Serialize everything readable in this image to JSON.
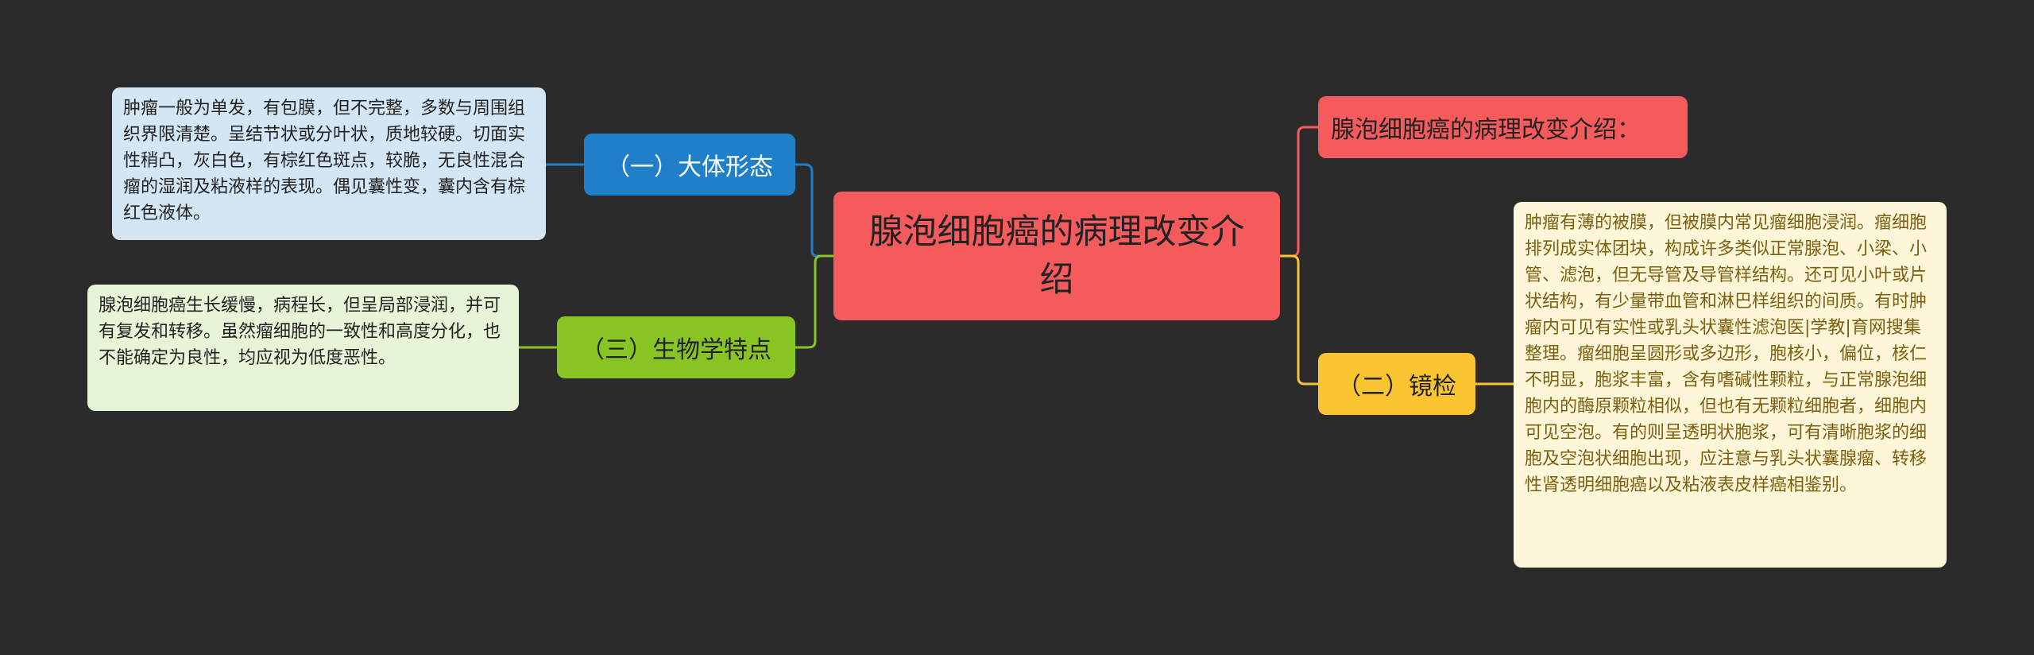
{
  "mindmap": {
    "center": "腺泡细胞癌的病理改变介绍",
    "branches": {
      "gross_morphology": {
        "label": "（一）大体形态",
        "detail": "肿瘤一般为单发，有包膜，但不完整，多数与周围组织界限清楚。呈结节状或分叶状，质地较硬。切面实性稍凸，灰白色，有棕红色斑点，较脆，无良性混合瘤的湿润及粘液样的表现。偶见囊性变，囊内含有棕红色液体。"
      },
      "biology": {
        "label": "（三）生物学特点",
        "detail": "腺泡细胞癌生长缓慢，病程长，但呈局部浸润，并可有复发和转移。虽然瘤细胞的一致性和高度分化，也不能确定为良性，均应视为低度恶性。"
      },
      "intro": {
        "label": "腺泡细胞癌的病理改变介绍："
      },
      "microscopy": {
        "label": "（二）镜检",
        "detail": "肿瘤有薄的被膜，但被膜内常见瘤细胞浸润。瘤细胞排列成实体团块，构成许多类似正常腺泡、小梁、小管、滤泡，但无导管及导管样结构。还可见小叶或片状结构，有少量带血管和淋巴样组织的间质。有时肿瘤内可见有实性或乳头状囊性滤泡医|学教|育网搜集整理。瘤细胞呈圆形或多边形，胞核小，偏位，核仁不明显，胞浆丰富，含有嗜碱性颗粒，与正常腺泡细胞内的酶原颗粒相似，但也有无颗粒细胞者，细胞内可见空泡。有的则呈透明状胞浆，可有清晰胞浆的细胞及空泡状细胞出现，应注意与乳头状囊腺瘤、转移性肾透明细胞癌以及粘液表皮样癌相鉴别。"
      }
    },
    "colors": {
      "background": "#2b2b2b",
      "center": "#f55a5d",
      "blue": "#1f80c9",
      "green": "#88c424",
      "red": "#f55a5d",
      "yellow": "#fbc531"
    }
  }
}
